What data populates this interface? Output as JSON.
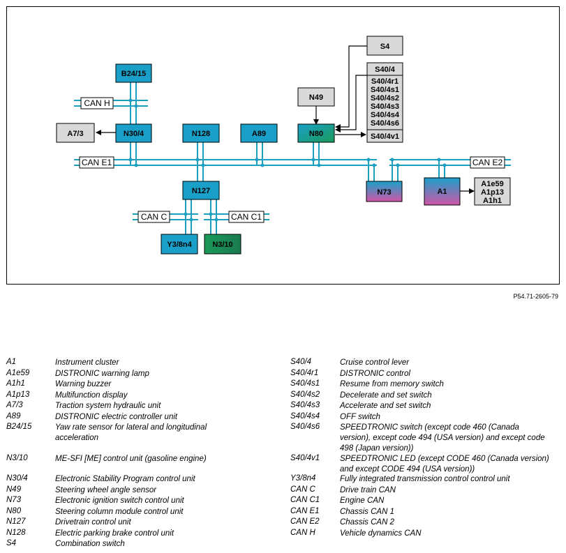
{
  "diagram": {
    "boxes": {
      "s4": "S4",
      "s40_4": "S40/4",
      "s40_4_list": [
        "S40/4r1",
        "S40/4s1",
        "S40/4s2",
        "S40/4s3",
        "S40/4s4",
        "S40/4s6"
      ],
      "s40_4v1": "S40/4v1",
      "n49": "N49",
      "n80": "N80",
      "b24_15": "B24/15",
      "a7_3": "A7/3",
      "n30_4": "N30/4",
      "n128": "N128",
      "a89": "A89",
      "n127": "N127",
      "n73": "N73",
      "a1": "A1",
      "a1_list": [
        "A1e59",
        "A1p13",
        "A1h1"
      ],
      "y3_8n4": "Y3/8n4",
      "n3_10": "N3/10"
    },
    "bus_labels": {
      "can_h": "CAN H",
      "can_e1": "CAN E1",
      "can_e2": "CAN E2",
      "can_c": "CAN C",
      "can_c1": "CAN C1"
    },
    "figure_code": "P54.71-2605-79",
    "colors": {
      "bus": "#1a9fc0",
      "box_cyan": "#1aa0c8",
      "box_gray": "#d9d9d9",
      "gradient_green": "#1a9a5a",
      "gradient_magenta": "#cc55aa"
    }
  },
  "legend_left": [
    {
      "key": "A1",
      "value": "Instrument cluster"
    },
    {
      "key": "A1e59",
      "value": "DISTRONIC warning lamp"
    },
    {
      "key": "A1h1",
      "value": "Warning buzzer"
    },
    {
      "key": "A1p13",
      "value": "Multifunction display"
    },
    {
      "key": "A7/3",
      "value": "Traction system hydraulic unit"
    },
    {
      "key": "A89",
      "value": "DISTRONIC electric controller unit"
    },
    {
      "key": "B24/15",
      "value": "Yaw rate sensor for lateral and longitudinal acceleration"
    },
    {
      "key": "N3/10",
      "value": "ME-SFI [ME] control unit (gasoline engine)"
    },
    {
      "key": "N30/4",
      "value": "Electronic Stability Program control unit"
    },
    {
      "key": "N49",
      "value": "Steering wheel angle sensor"
    },
    {
      "key": "N73",
      "value": "Electronic ignition switch control unit"
    },
    {
      "key": "N80",
      "value": "Steering column module control unit"
    },
    {
      "key": "N127",
      "value": "Drivetrain control unit"
    },
    {
      "key": "N128",
      "value": "Electric parking brake control unit"
    },
    {
      "key": "S4",
      "value": "Combination switch"
    }
  ],
  "legend_right": [
    {
      "key": "S40/4",
      "value": "Cruise control lever"
    },
    {
      "key": "S40/4r1",
      "value": "DISTRONIC control"
    },
    {
      "key": "S40/4s1",
      "value": "Resume from memory switch"
    },
    {
      "key": "S40/4s2",
      "value": "Decelerate and set switch"
    },
    {
      "key": "S40/4s3",
      "value": "Accelerate and set switch"
    },
    {
      "key": "S40/4s4",
      "value": "OFF switch"
    },
    {
      "key": "S40/4s6",
      "value": "SPEEDTRONIC switch (except code 460 (Canada version), except code 494 (USA version) and except code 498 (Japan version))"
    },
    {
      "key": "S40/4v1",
      "value": "SPEEDTRONIC LED (except CODE 460 (Canada version) and except CODE 494 (USA version))"
    },
    {
      "key": "Y3/8n4",
      "value": "Fully integrated transmission control control unit"
    },
    {
      "key": "CAN C",
      "value": "Drive train CAN"
    },
    {
      "key": "CAN C1",
      "value": "Engine CAN"
    },
    {
      "key": "CAN E1",
      "value": "Chassis CAN 1"
    },
    {
      "key": "CAN E2",
      "value": "Chassis CAN 2"
    },
    {
      "key": "CAN H",
      "value": "Vehicle dynamics CAN"
    }
  ]
}
